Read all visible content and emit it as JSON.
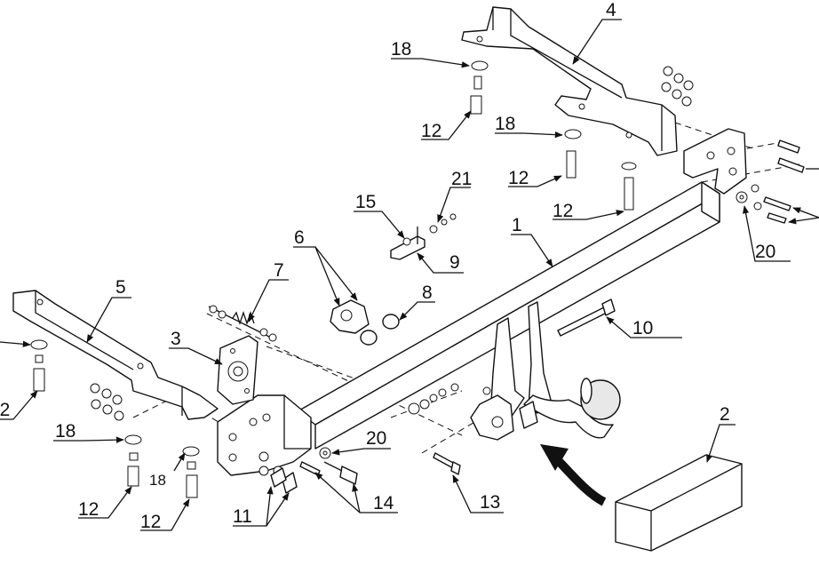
{
  "labels": {
    "p1": "1",
    "p2": "2",
    "p3": "3",
    "p4": "4",
    "p5": "5",
    "p6": "6",
    "p7": "7",
    "p8": "8",
    "p9": "9",
    "p10": "10",
    "p11": "11",
    "p12": "12",
    "p13": "13",
    "p14": "14",
    "p15": "15",
    "p18": "18",
    "p20": "20",
    "p21": "21"
  }
}
